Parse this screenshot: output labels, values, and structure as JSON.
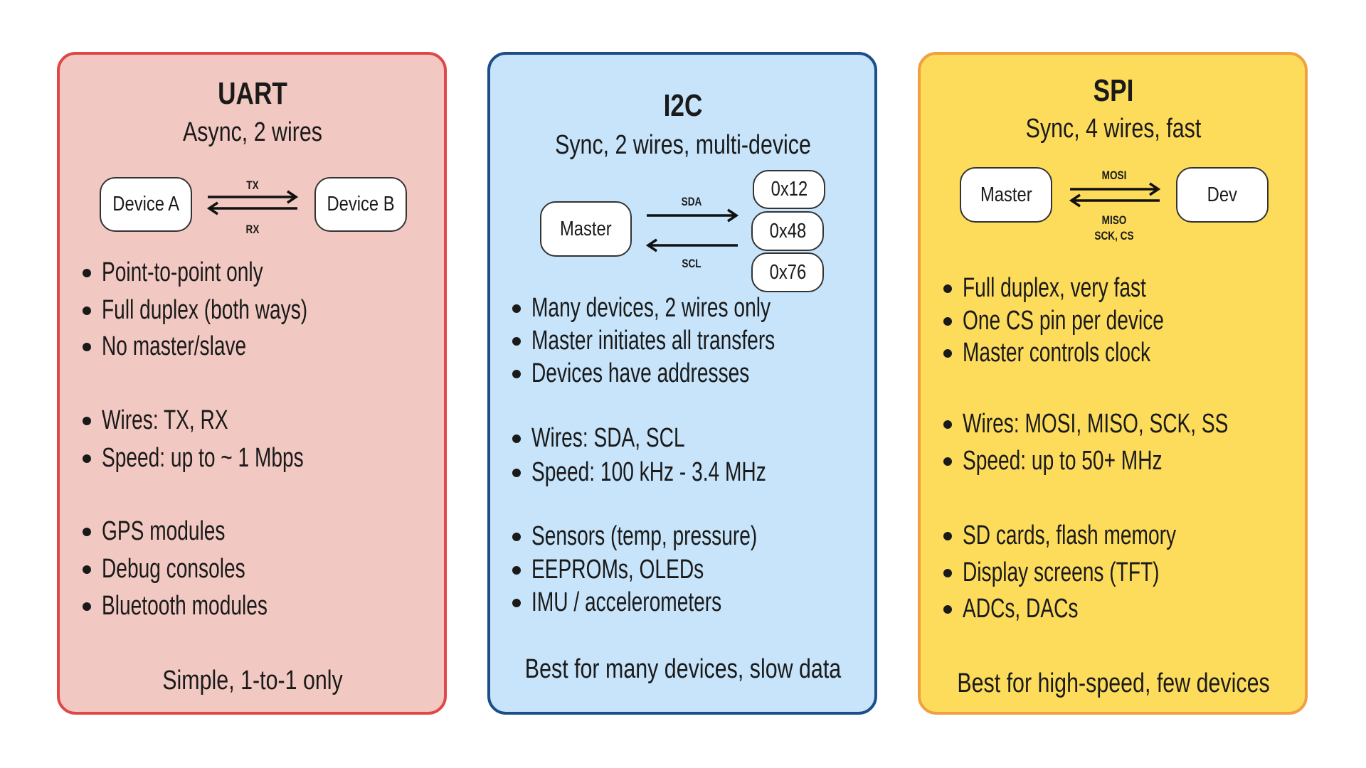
{
  "colors": {
    "uart_bg": "#f2c9c2",
    "uart_border": "#e04848",
    "i2c_bg": "#c7e4fa",
    "i2c_border": "#1c4f8a",
    "spi_bg": "#fddc5c",
    "spi_border": "#f0a040"
  },
  "uart": {
    "title": "UART",
    "subtitle": "Async, 2 wires",
    "device_a": "Device A",
    "device_b": "Device B",
    "tx": "TX",
    "rx": "RX",
    "bullets": [
      "Point-to-point only",
      "Full duplex (both ways)",
      "No master/slave",
      "Wires: TX, RX",
      "Speed: up to ~ 1 Mbps",
      "GPS modules",
      "Debug consoles",
      "Bluetooth modules"
    ],
    "footer": "Simple, 1-to-1 only"
  },
  "i2c": {
    "title": "I2C",
    "subtitle": "Sync, 2 wires, multi-device",
    "master": "Master",
    "sda": "SDA",
    "scl": "SCL",
    "addresses": [
      "0x12",
      "0x48",
      "0x76"
    ],
    "bullets": [
      "Many devices, 2 wires only",
      "Master initiates all transfers",
      "Devices have addresses",
      "Wires: SDA, SCL",
      "Speed: 100 kHz - 3.4 MHz",
      "Sensors (temp, pressure)",
      "EEPROMs, OLEDs",
      "IMU / accelerometers"
    ],
    "footer": "Best for many devices, slow data"
  },
  "spi": {
    "title": "SPI",
    "subtitle": "Sync, 4 wires, fast",
    "master": "Master",
    "dev": "Dev",
    "mosi": "MOSI",
    "miso": "MISO",
    "sck_cs": "SCK, CS",
    "bullets": [
      "Full duplex, very fast",
      "One CS pin per device",
      "Master controls clock",
      "Wires: MOSI, MISO, SCK, SS",
      "Speed: up to 50+ MHz",
      "SD cards, flash memory",
      "Display screens (TFT)",
      "ADCs, DACs"
    ],
    "footer": "Best for high-speed, few devices"
  }
}
